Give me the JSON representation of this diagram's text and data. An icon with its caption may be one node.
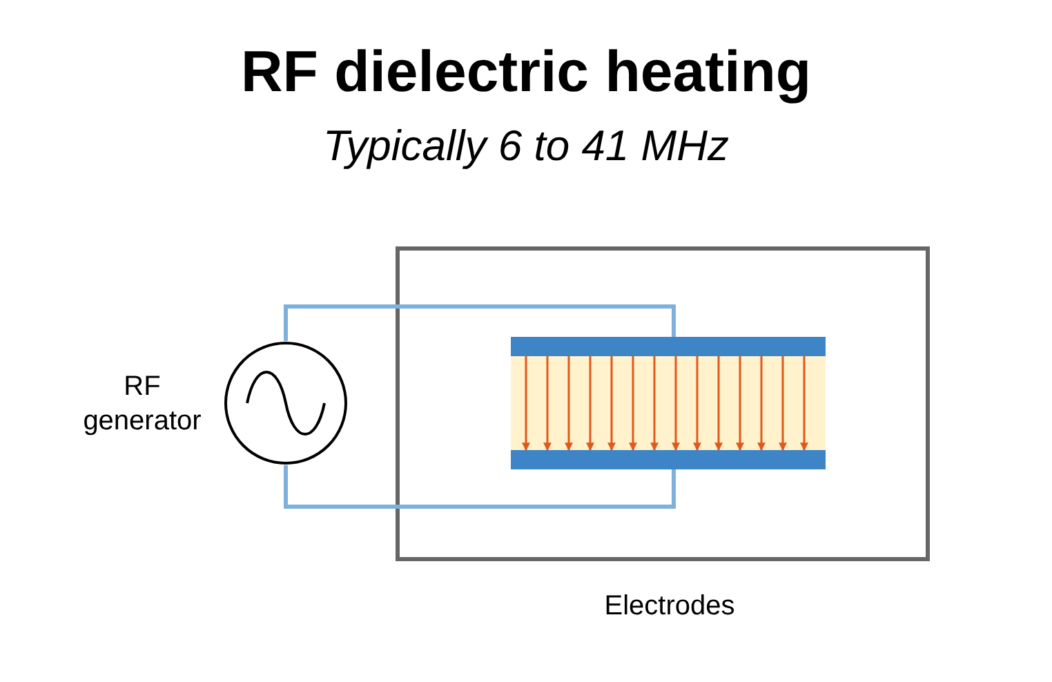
{
  "diagram": {
    "title": "RF dielectric heating",
    "nodes": [
      {
        "text": [],
        "shape": "circle",
        "beside": [
          "RF generator"
        ]
      },
      {
        "text": [],
        "shape": "bar"
      },
      {
        "text": [],
        "shape": "bar"
      }
    ],
    "edges": [
      {
        "from": 0,
        "to": 1,
        "arrow": "none",
        "style": "thick",
        "color": "#7fb0dd"
      },
      {
        "from": 0,
        "to": 2,
        "arrow": "none",
        "style": "thick",
        "color": "#7fb0dd"
      },
      {
        "from": 1,
        "to": 2,
        "arrow": "to"
      },
      {
        "from": 1,
        "to": 2,
        "arrow": "to"
      },
      {
        "from": 1,
        "to": 2,
        "arrow": "to"
      },
      {
        "from": 1,
        "to": 2,
        "arrow": "to"
      },
      {
        "from": 1,
        "to": 2,
        "arrow": "to"
      },
      {
        "from": 1,
        "to": 2,
        "arrow": "to"
      },
      {
        "from": 1,
        "to": 2,
        "arrow": "to"
      },
      {
        "from": 1,
        "to": 2,
        "arrow": "to"
      },
      {
        "from": 1,
        "to": 2,
        "arrow": "to"
      },
      {
        "from": 1,
        "to": 2,
        "arrow": "to"
      },
      {
        "from": 1,
        "to": 2,
        "arrow": "to"
      },
      {
        "from": 1,
        "to": 2,
        "arrow": "to"
      },
      {
        "from": 1,
        "to": 2,
        "arrow": "to"
      },
      {
        "from": 1,
        "to": 2,
        "arrow": "to"
      }
    ],
    "labels": [
      "Typically 6 to 41 MHz",
      "Electrodes"
    ]
  }
}
